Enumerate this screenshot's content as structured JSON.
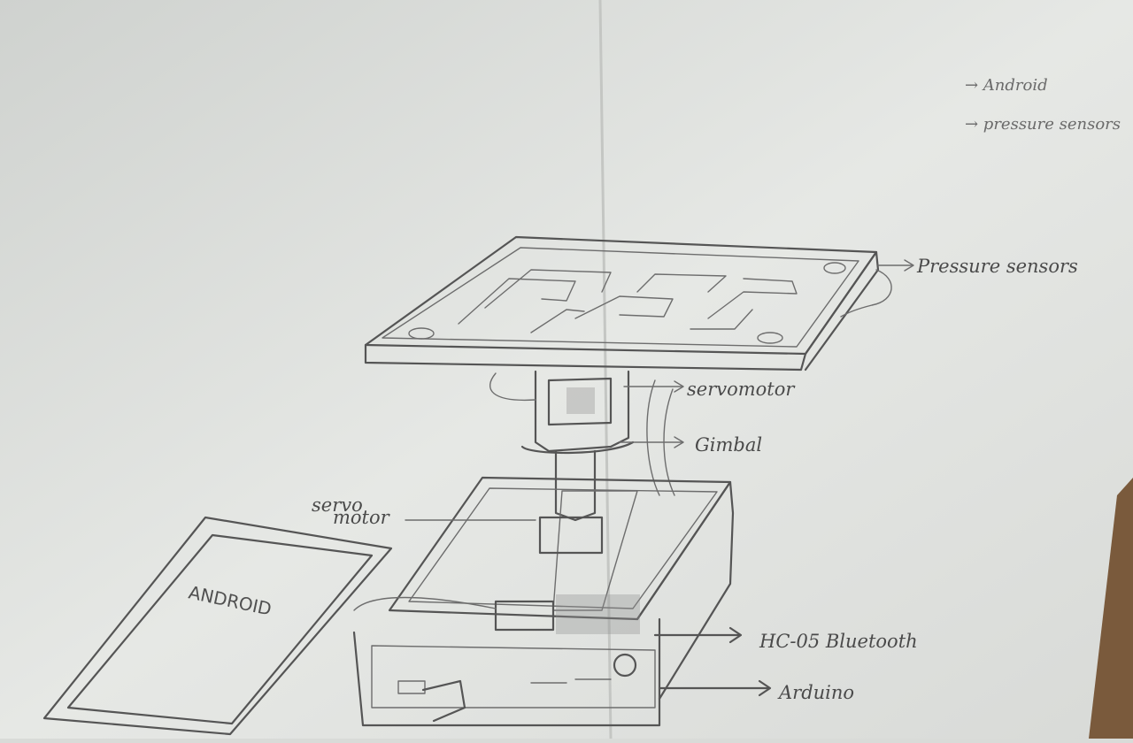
{
  "notes": [
    {
      "text": "→ Android"
    },
    {
      "text": "→ pressure sensors"
    }
  ],
  "labels": {
    "pressure_sensors": "Pressure sensors",
    "servomotor_top": "servomotor",
    "gimbal": "Gimbal",
    "servo_motor_line1": "servo",
    "servo_motor_line2": "motor",
    "bluetooth": "HC-05 Bluetooth",
    "arduino": "Arduino",
    "android_screen": "ANDROID"
  },
  "colors": {
    "paper": "#e3e5e2",
    "pencil": "#555555"
  }
}
